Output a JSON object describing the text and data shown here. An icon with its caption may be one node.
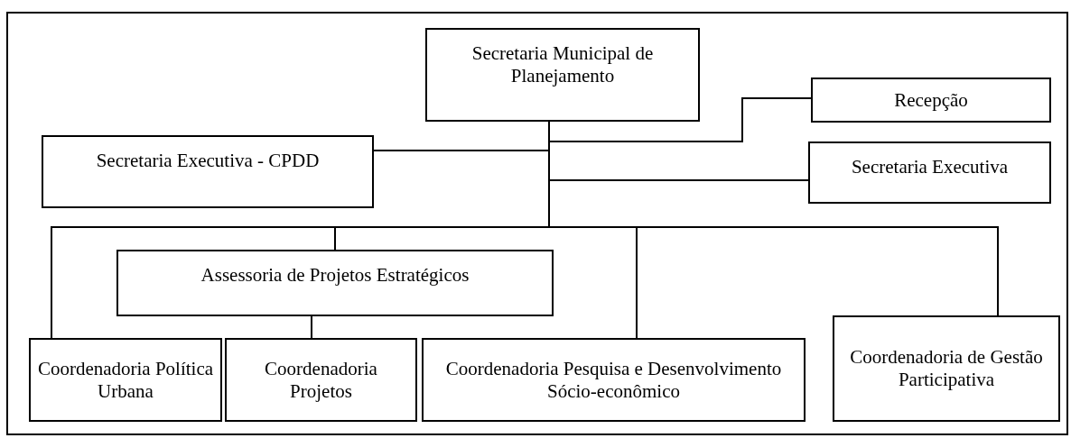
{
  "diagram": {
    "nodes": [
      {
        "text": [
          "Secretaria Municipal de Planejamento"
        ]
      },
      {
        "text": [
          "Recepção"
        ]
      },
      {
        "text": [
          "Secretaria Executiva  - CPDD"
        ]
      },
      {
        "text": [
          "Secretaria Executiva"
        ]
      },
      {
        "text": [
          "Assessoria de Projetos Estratégicos"
        ]
      },
      {
        "text": [
          "Coordenadoria Política Urbana"
        ]
      },
      {
        "text": [
          "Coordenadoria Projetos"
        ]
      },
      {
        "text": [
          "Coordenadoria Pesquisa e Desenvolvimento Sócio-econômico"
        ]
      },
      {
        "text": [
          "Coordenadoria de Gestão Participativa"
        ]
      }
    ],
    "edges": [
      {
        "from": 0,
        "to": 1,
        "arrow": "none"
      },
      {
        "from": 0,
        "to": 2,
        "arrow": "none"
      },
      {
        "from": 0,
        "to": 3,
        "arrow": "none"
      },
      {
        "from": 0,
        "to": 5,
        "arrow": "none"
      },
      {
        "from": 0,
        "to": 4,
        "arrow": "none"
      },
      {
        "from": 4,
        "to": 6,
        "arrow": "none"
      },
      {
        "from": 0,
        "to": 7,
        "arrow": "none"
      },
      {
        "from": 0,
        "to": 8,
        "arrow": "none"
      }
    ]
  }
}
